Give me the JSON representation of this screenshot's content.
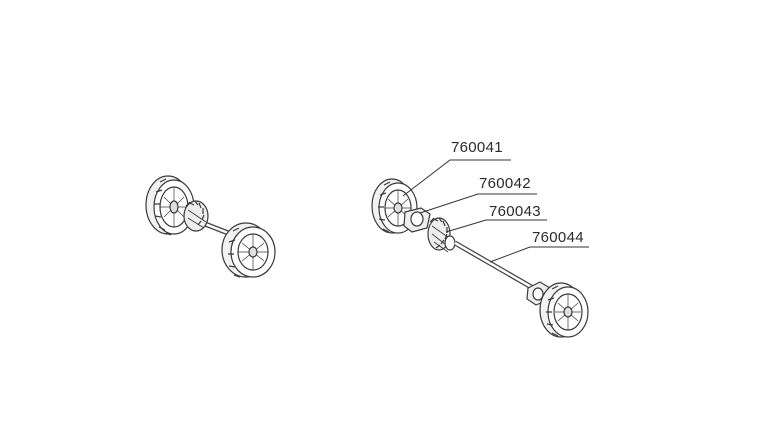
{
  "diagram": {
    "part_numbers": [
      "760041",
      "760042",
      "760043",
      "760044"
    ]
  }
}
